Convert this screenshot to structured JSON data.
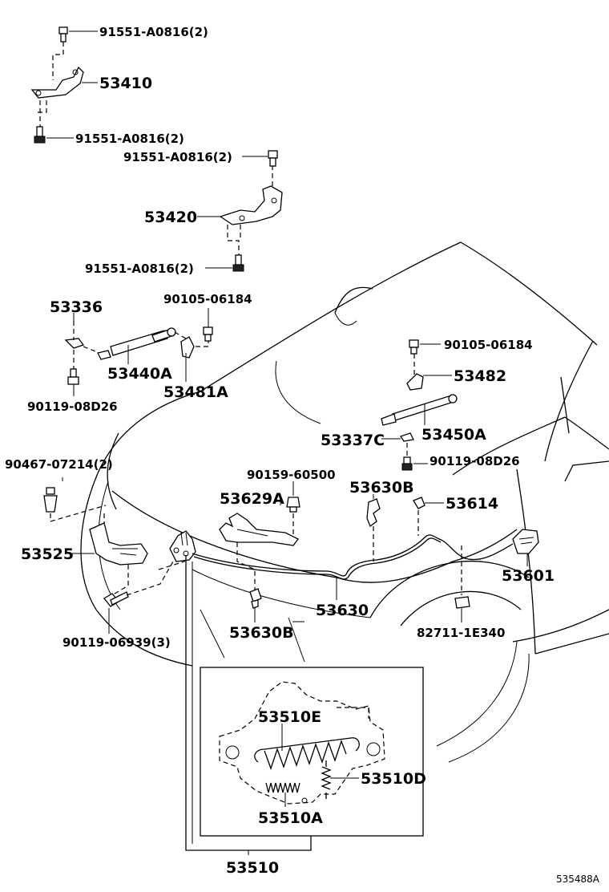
{
  "labels": {
    "bolt_top": "91551-A0816(2)",
    "hinge_lh": "53410",
    "bolt_lh_lower": "91551-A0816(2)",
    "bolt_rh_upper": "91551-A0816(2)",
    "hinge_rh": "53420",
    "bolt_rh_lower": "91551-A0816(2)",
    "stay_lh_label": "53336",
    "bolt_stay_lh": "90105-06184",
    "support_lh": "53440A",
    "bracket_lh": "53481A",
    "bolt_stay_lh_lower": "90119-08D26",
    "bolt_stay_rh_upper": "90105-06184",
    "bracket_rh": "53482",
    "support_rh": "53450A",
    "stay_rh": "53337C",
    "bolt_stay_rh_lower": "90119-08D26",
    "clip_cushion": "90467-07214(2)",
    "clip_front": "90159-60500",
    "lever_sub": "53629A",
    "clamp_upper": "53630B",
    "clamp_rh": "53614",
    "lock_assy": "53525",
    "handle": "53601",
    "bolt_lock": "90119-06939(3)",
    "cable": "53630",
    "clamp_lower": "53630B",
    "clip_fender": "82711-1E340",
    "spring_e": "53510E",
    "spring_d": "53510D",
    "spring_a": "53510A",
    "lock_main": "53510",
    "diagram_code": "535488A"
  }
}
